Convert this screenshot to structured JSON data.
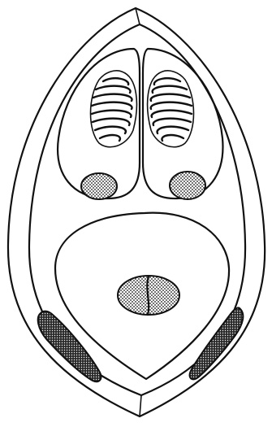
{
  "figure": {
    "ink_color": "#111111",
    "background_color": "#ffffff",
    "parts": [
      "outer-shell",
      "inner-shell",
      "upper-left-chamber",
      "upper-right-chamber",
      "left-coiled-filament",
      "right-coiled-filament",
      "left-small-body",
      "right-small-body",
      "lower-chamber",
      "central-binucleate-body",
      "left-dark-plate",
      "right-dark-plate"
    ]
  }
}
